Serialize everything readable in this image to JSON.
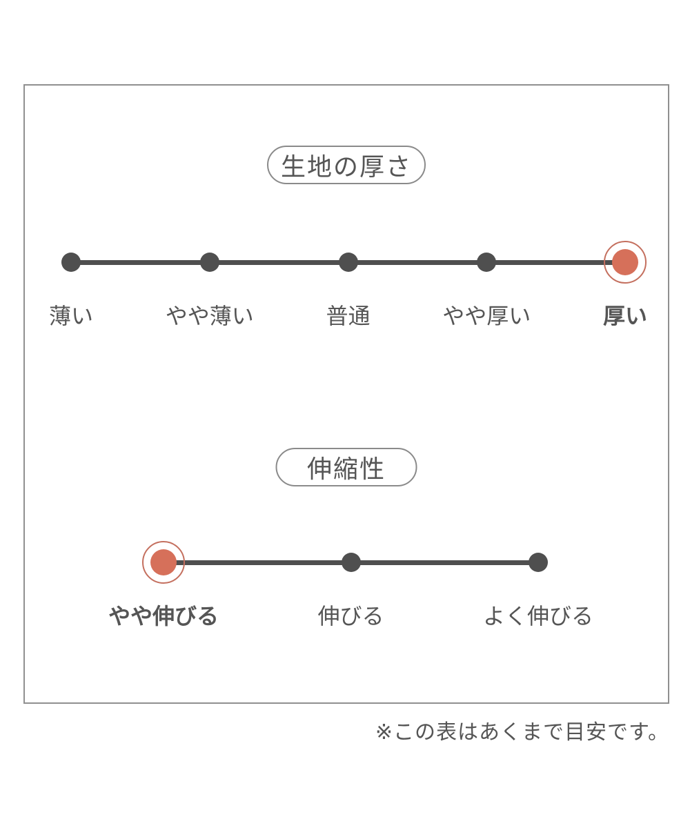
{
  "colors": {
    "ink": "#4f4f4f",
    "text": "#555555",
    "accent": "#d6705a",
    "accent_ring": "#c46f5e",
    "frame_border": "#8f8f8f",
    "pill_border": "#8a8a8a"
  },
  "scales": [
    {
      "title": "生地の厚さ",
      "labels": [
        "薄い",
        "やや薄い",
        "普通",
        "やや厚い",
        "厚い"
      ],
      "selected_index": 4,
      "selected_label": "厚い"
    },
    {
      "title": "伸縮性",
      "labels": [
        "やや伸びる",
        "伸びる",
        "よく伸びる"
      ],
      "selected_index": 0,
      "selected_label": "やや伸びる"
    }
  ],
  "footnote": "※この表はあくまで目安です。",
  "chart_data": [
    {
      "type": "scale",
      "title": "生地の厚さ",
      "categories": [
        "薄い",
        "やや薄い",
        "普通",
        "やや厚い",
        "厚い"
      ],
      "selected": "厚い",
      "selected_index": 4,
      "levels": 5
    },
    {
      "type": "scale",
      "title": "伸縮性",
      "categories": [
        "やや伸びる",
        "伸びる",
        "よく伸びる"
      ],
      "selected": "やや伸びる",
      "selected_index": 0,
      "levels": 3
    }
  ]
}
